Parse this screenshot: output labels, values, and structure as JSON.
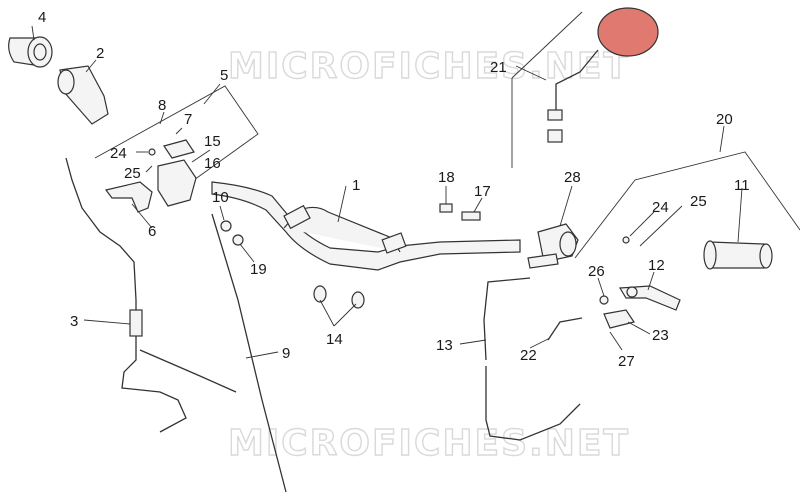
{
  "watermark": "MICROFICHES.NET",
  "callouts": [
    "1",
    "2",
    "3",
    "4",
    "5",
    "6",
    "7",
    "8",
    "9",
    "10",
    "11",
    "12",
    "13",
    "14",
    "15",
    "16",
    "17",
    "18",
    "19",
    "20",
    "21",
    "22",
    "23",
    "24",
    "24",
    "25",
    "25",
    "26",
    "27",
    "28"
  ],
  "colors": {
    "line": "#333333",
    "mirror": "#e07a70",
    "watermark": "#d9d9d9"
  }
}
